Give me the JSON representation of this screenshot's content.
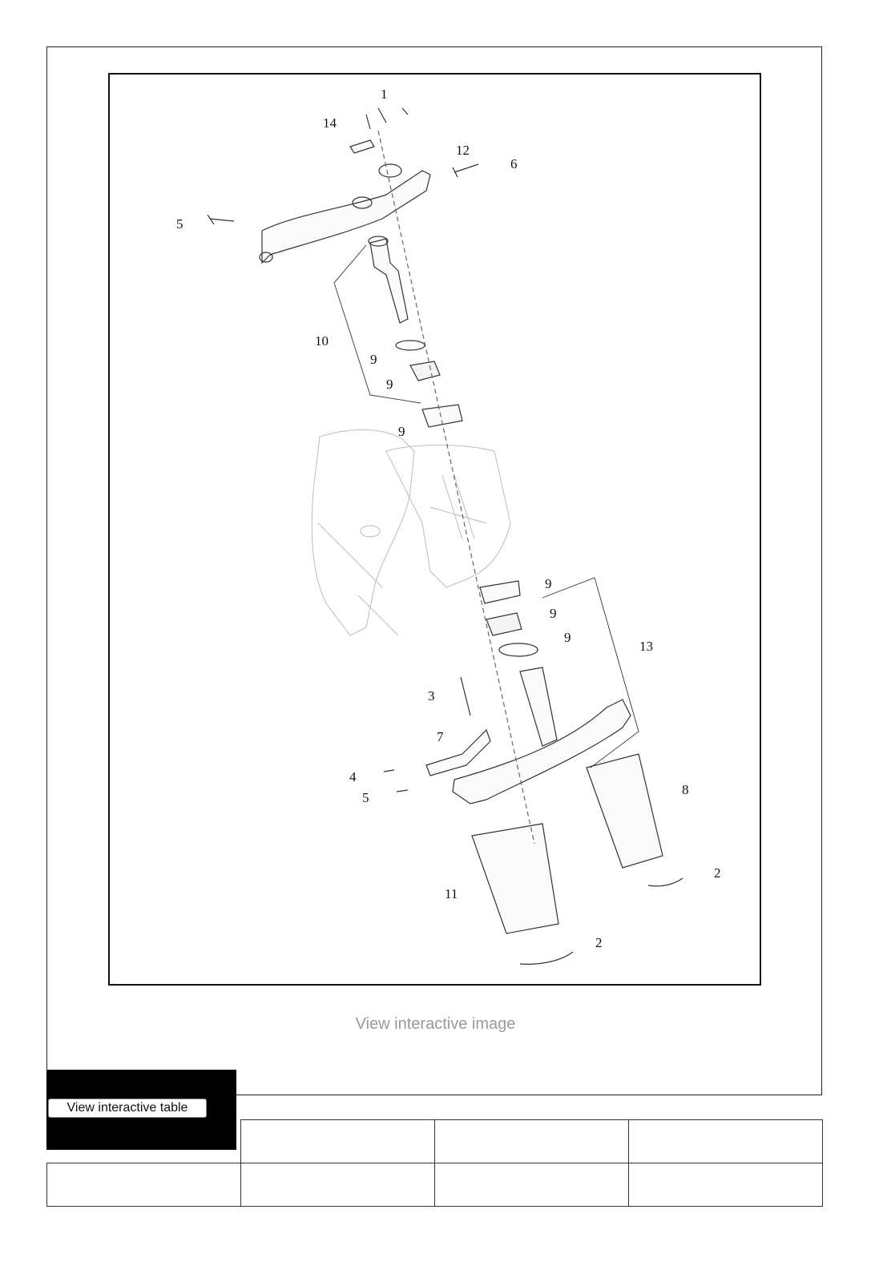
{
  "links": {
    "view_image": "View interactive image",
    "view_table": "View interactive table"
  },
  "diagram": {
    "callouts": [
      "1",
      "14",
      "12",
      "6",
      "5",
      "10",
      "9",
      "9",
      "9",
      "9",
      "9",
      "9",
      "13",
      "3",
      "7",
      "4",
      "5",
      "8",
      "2",
      "11",
      "2"
    ]
  },
  "table": {
    "rows": [
      [
        "",
        "",
        "",
        ""
      ],
      [
        "",
        "",
        "",
        ""
      ]
    ]
  }
}
